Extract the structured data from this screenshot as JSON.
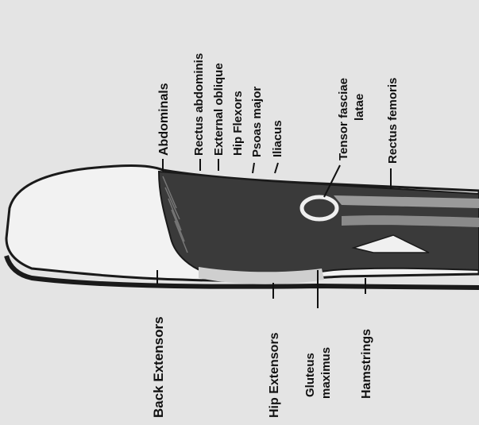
{
  "labels": {
    "abdominals": "Abdominals",
    "rectus_abdominis": "Rectus abdominis",
    "external_oblique": "External oblique",
    "hip_flexors": "Hip Flexors",
    "psoas_major": "Psoas major",
    "iliacus": "Iliacus",
    "tensor_fasciae_latae_line1": "Tensor fasciae",
    "tensor_fasciae_latae_line2": "latae",
    "rectus_femoris": "Rectus femoris",
    "back_extensors": "Back Extensors",
    "hip_extensors": "Hip Extensors",
    "gluteus_maximus_line1": "Gluteus",
    "gluteus_maximus_line2": "maximus",
    "hamstrings": "Hamstrings"
  },
  "colors": {
    "background": "#e4e4e4",
    "muscle_dark": "#3a3a3a",
    "outline": "#1a1a1a",
    "skin": "#f2f2f2"
  }
}
